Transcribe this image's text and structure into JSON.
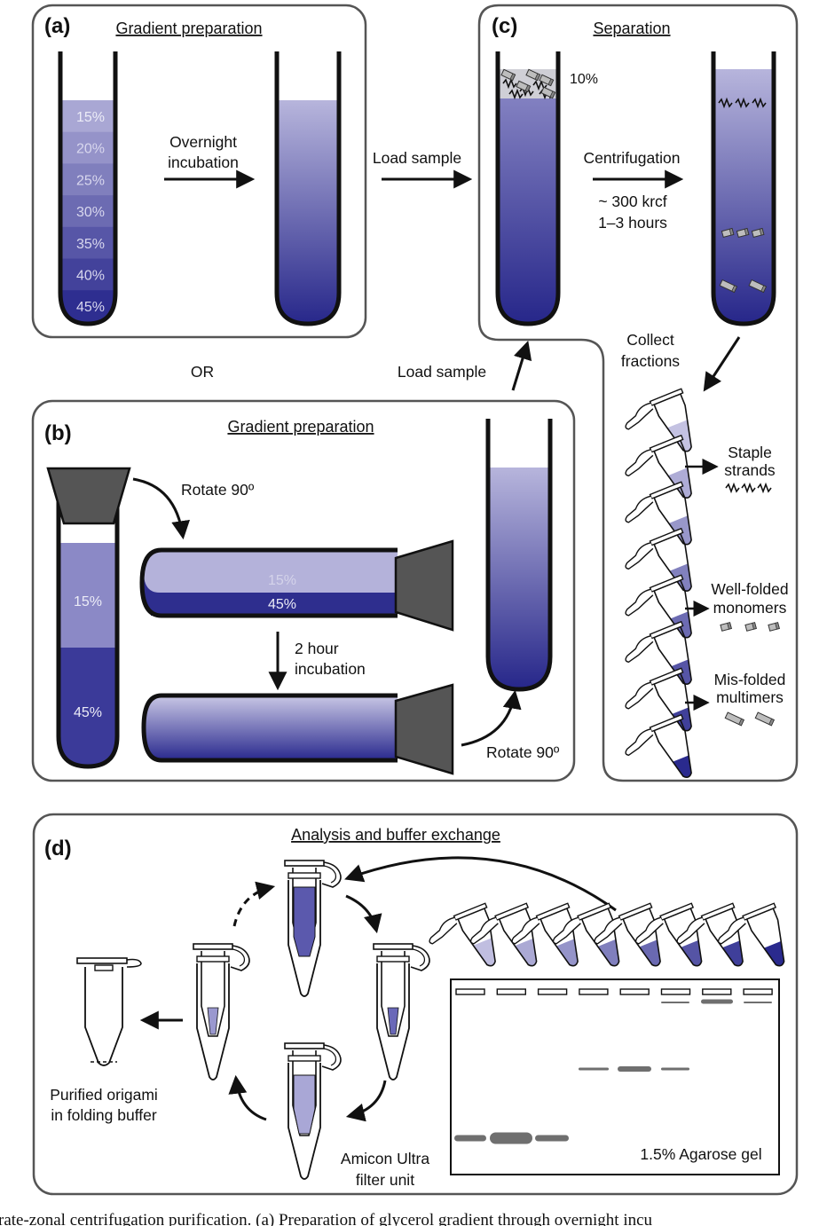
{
  "panels": {
    "a": {
      "letter": "(a)",
      "title": "Gradient preparation",
      "tube_labels": [
        "15%",
        "20%",
        "25%",
        "30%",
        "35%",
        "40%",
        "45%"
      ],
      "arrow_label_line1": "Overnight",
      "arrow_label_line2": "incubation"
    },
    "b": {
      "letter": "(b)",
      "title": "Gradient preparation",
      "tube_top_label": "15%",
      "tube_bottom_label": "45%",
      "rotate_label_1": "Rotate 90º",
      "rotate_label_2": "Rotate 90º",
      "horizontal_top_label": "15%",
      "horizontal_bottom_label": "45%",
      "incubation_line1": "2 hour",
      "incubation_line2": "incubation"
    },
    "c": {
      "letter": "(c)",
      "title": "Separation",
      "load_label": "10%",
      "centrifugation": "Centrifugation",
      "speed": "~ 300 krcf",
      "time": "1–3 hours",
      "collect_line1": "Collect",
      "collect_line2": "fractions",
      "staple_line1": "Staple",
      "staple_line2": "strands",
      "monomer_line1": "Well-folded",
      "monomer_line2": "monomers",
      "multimer_line1": "Mis-folded",
      "multimer_line2": "multimers"
    },
    "d": {
      "letter": "(d)",
      "title": "Analysis and buffer exchange",
      "purified_line1": "Purified origami",
      "purified_line2": "in folding buffer",
      "amicon_line1": "Amicon Ultra",
      "amicon_line2": "filter unit",
      "gel_label": "1.5% Agarose gel"
    }
  },
  "flow": {
    "load_sample_1": "Load sample",
    "load_sample_2": "Load sample",
    "or": "OR"
  },
  "caption": "rate-zonal centrifugation purification. (a) Preparation of glycerol gradient through overnight incu",
  "colors": {
    "dark_purple": "#2a2a8e",
    "light_purple": "#b4b2da",
    "panel_border": "#555555",
    "cap_gray": "#555555"
  }
}
